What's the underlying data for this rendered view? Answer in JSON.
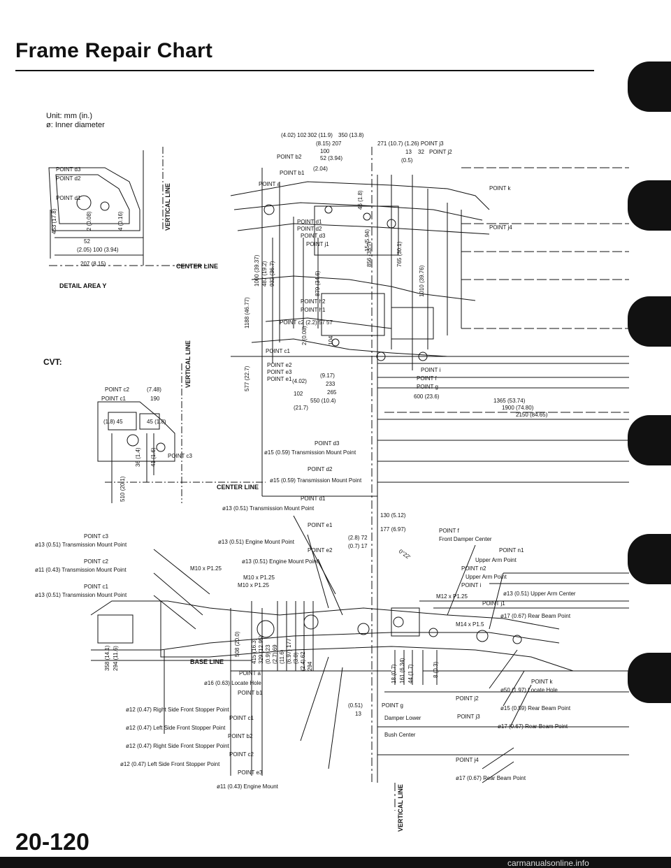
{
  "header": {
    "title": "Frame Repair Chart"
  },
  "units": {
    "line1": "Unit: mm (in.)",
    "line2": "ø: Inner diameter"
  },
  "footer": {
    "page_number": "20-120",
    "watermark": "carmanualsonline.info"
  },
  "detail": {
    "title": "DETAIL AREA Y",
    "cvt_label": "CVT:",
    "center_line": "CENTER LINE",
    "vertical_line": "VERTICAL LINE",
    "base_line": "BASE LINE"
  },
  "detail_y_labels": [
    "POINT d3",
    "POINT d2",
    "POINT d1",
    "52",
    "(2.05) 100 (3.94)",
    "207 (8.15)",
    "453 (17.8)",
    "2 (0.08)",
    "4 (0.16)"
  ],
  "cvt_labels": [
    "POINT c2",
    "POINT c1",
    "(7.48)",
    "190",
    "(1.8) 45",
    "45 (1.8)",
    "POINT c3",
    "510 (20.1)",
    "36 (1.4)",
    "41 (1.6)"
  ],
  "top_labels": [
    "(4.02) 102",
    "302 (11.9)",
    "350 (13.8)",
    "(8.15) 207",
    "100",
    "52 (3.94)",
    "271 (10.7) (1.26) POINT j3",
    "13",
    "32",
    "POINT j2",
    "(0.5)",
    "POINT b2",
    "(2.04)",
    "POINT b1",
    "POINT a",
    "POINT k",
    "POINT d1",
    "POINT d2",
    "POINT d3",
    "POINT j1",
    "POINT j4",
    "POINT h2",
    "POINT h1",
    "POINT c2 (2.2) 57 57",
    "POINT c1",
    "POINT e2",
    "POINT e3",
    "POINT e1",
    "(4.02)",
    "102",
    "(9.17)",
    "233",
    "265",
    "550 (10.4)",
    "(21.7)",
    "POINT i",
    "POINT f",
    "POINT g",
    "600 (23.6)",
    "1365 (53.74)",
    "1900 (74.80)",
    "2150 (84.65)",
    "1188 (46.77)",
    "577 (22.7)",
    "1000 (39.37)",
    "487 (19.2)",
    "932 (36.7)",
    "879 (34.6)",
    "856 (33.7)",
    "765 (30.1)",
    "1010 (39.76)",
    "46 (1.8)",
    "15 (5.94)",
    "2 (0.08)",
    "104"
  ],
  "side_labels_left": [
    "POINT c3",
    "ø13 (0.51) Transmission Mount Point",
    "POINT c2",
    "ø11 (0.43) Transmission Mount Point",
    "POINT c1",
    "ø13 (0.51) Transmission Mount Point"
  ],
  "side_labels_center": [
    "POINT d3",
    "ø15 (0.59) Transmission Mount Point",
    "POINT d2",
    "ø15 (0.59) Transmission Mount Point",
    "POINT d1",
    "ø13 (0.51) Transmission Mount Point",
    "POINT e1",
    "ø13 (0.51) Engine Mount Point",
    "POINT e2",
    "ø13 (0.51) Engine Mount Point",
    "M10 x P1.25",
    "M10 x P1.25",
    "M10 x P1.25",
    "ø16 (0.63) Locate Hole",
    "POINT b1",
    "POINT a"
  ],
  "side_labels_bottom": [
    "ø12 (0.47) Right Side Front Stopper Point",
    "POINT c1",
    "ø12 (0.47) Left Side Front Stopper Point",
    "POINT b2",
    "ø12 (0.47) Right Side Front Stopper Point",
    "POINT c2",
    "ø12 (0.47) Left Side Front Stopper Point",
    "POINT e3",
    "ø11 (0.43) Engine Mount"
  ],
  "side_labels_right": [
    "130 (5.12)",
    "177 (6.97)",
    "(2.8) 72",
    "(0.7) 17",
    "POINT f",
    "Front Damper Center",
    "POINT n1",
    "Upper Arm Point",
    "POINT n2",
    "Upper Arm Point",
    "POINT i",
    "ø13 (0.51) Upper Arm Center",
    "M12 x P1.25",
    "POINT j1",
    "ø17 (0.67) Rear Beam Point",
    "M14 x P1.5",
    "POINT k",
    "ø50 (1.97) Locate Hole",
    "POINT j2",
    "ø15 (0.59) Rear Beam Point",
    "POINT j3",
    "ø17 (0.67) Rear Beam Point",
    "POINT g",
    "Damper Lower",
    "Bush Center",
    "POINT j4",
    "ø17 (0.67) Rear Beam Point",
    "(0.51)",
    "13",
    "0°22'"
  ],
  "side_dims": [
    "508 (20.0)",
    "415 (16.3)",
    "329 (12.95)",
    "(0.9) 23",
    "(2.7) 69",
    "(11.6)",
    "(6.97) 177",
    "(3.0)",
    "(2.4) 62",
    "294",
    "358 (14.1)",
    "294 (11.6)",
    "18 (0.7)",
    "161 (6.34)",
    "44 (1.7)",
    "8 (0.3)"
  ]
}
